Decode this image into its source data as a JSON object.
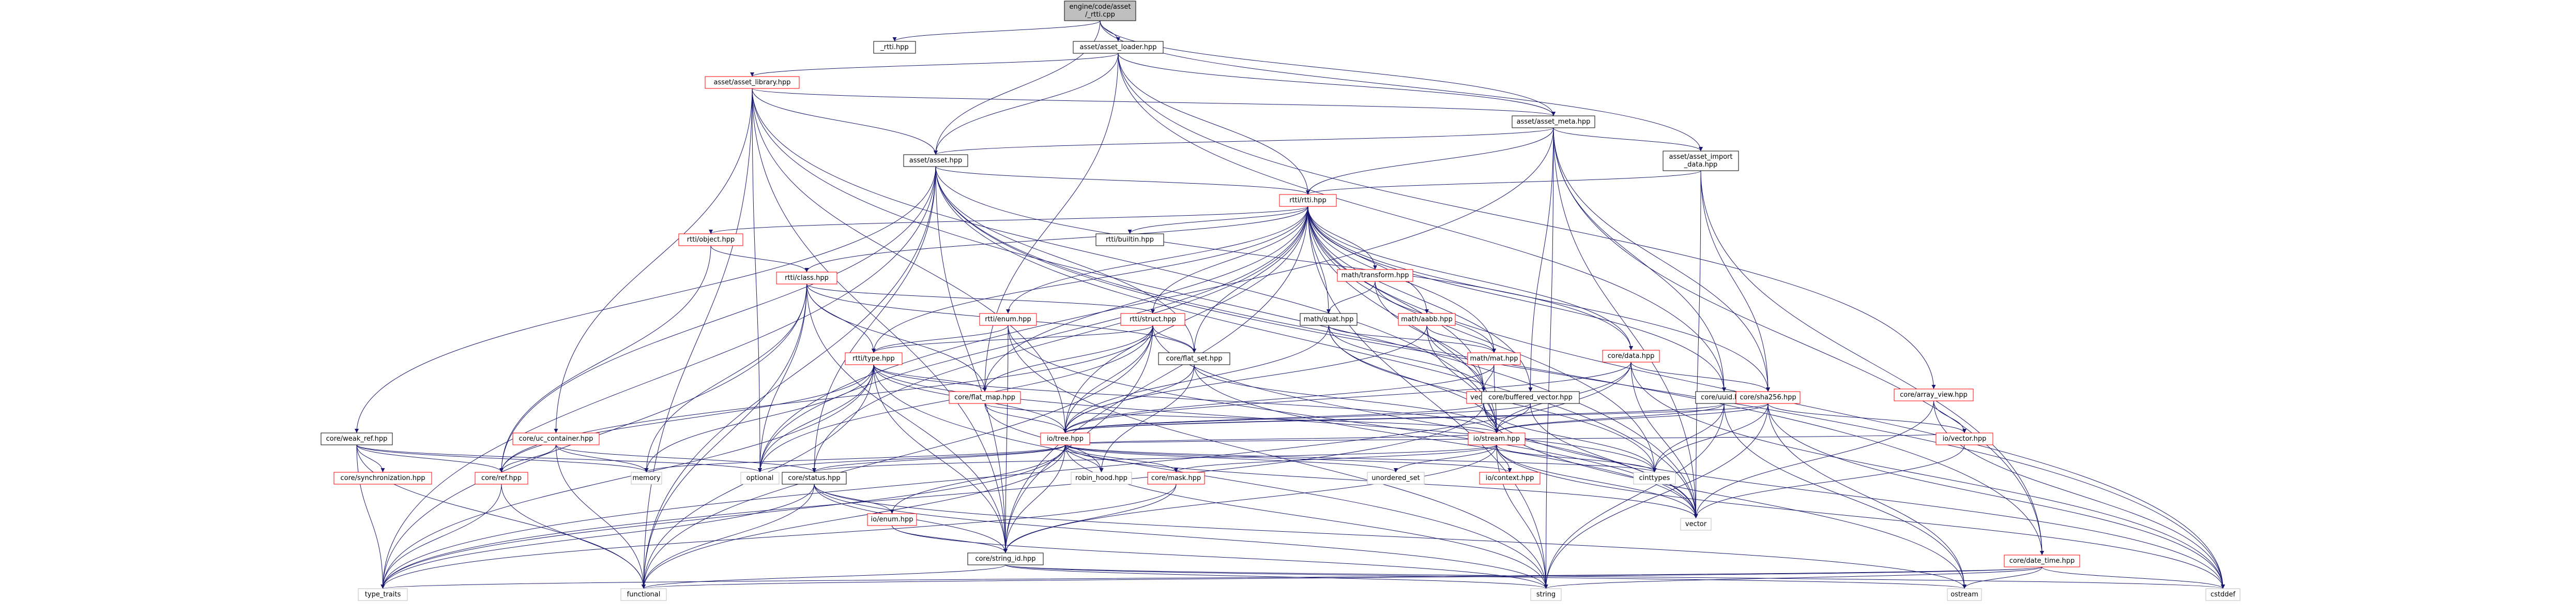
{
  "colors": {
    "root_fill": "#bfbfbf",
    "edge": "#191970",
    "node_border": "#000000",
    "system_border": "#bfbfbf",
    "truncated_border": "#ff0000"
  },
  "nodes": [
    {
      "id": "n0",
      "label": [
        "engine/code/asset",
        "/_rtti.cpp"
      ],
      "kind": "root"
    },
    {
      "id": "n1",
      "label": [
        "_rtti.hpp"
      ],
      "kind": "inc"
    },
    {
      "id": "n2",
      "label": [
        "asset/asset_loader.hpp"
      ],
      "kind": "inc"
    },
    {
      "id": "n3",
      "label": [
        "asset/asset_library.hpp"
      ],
      "kind": "trunc"
    },
    {
      "id": "n4",
      "label": [
        "asset/asset_meta.hpp"
      ],
      "kind": "inc"
    },
    {
      "id": "n5",
      "label": [
        "asset/asset.hpp"
      ],
      "kind": "inc"
    },
    {
      "id": "n6",
      "label": [
        "asset/asset_import",
        "_data.hpp"
      ],
      "kind": "inc"
    },
    {
      "id": "n7",
      "label": [
        "rtti/rtti.hpp"
      ],
      "kind": "trunc"
    },
    {
      "id": "n8",
      "label": [
        "rtti/object.hpp"
      ],
      "kind": "trunc"
    },
    {
      "id": "n9",
      "label": [
        "rtti/builtin.hpp"
      ],
      "kind": "inc"
    },
    {
      "id": "n10",
      "label": [
        "rtti/class.hpp"
      ],
      "kind": "trunc"
    },
    {
      "id": "n11",
      "label": [
        "rtti/enum.hpp"
      ],
      "kind": "trunc"
    },
    {
      "id": "n12",
      "label": [
        "rtti/struct.hpp"
      ],
      "kind": "trunc"
    },
    {
      "id": "n13",
      "label": [
        "rtti/type.hpp"
      ],
      "kind": "trunc"
    },
    {
      "id": "n14",
      "label": [
        "core/flat_set.hpp"
      ],
      "kind": "inc"
    },
    {
      "id": "n15",
      "label": [
        "core/flat_map.hpp"
      ],
      "kind": "trunc"
    },
    {
      "id": "n16",
      "label": [
        "math/transform.hpp"
      ],
      "kind": "trunc"
    },
    {
      "id": "n17",
      "label": [
        "math/quat.hpp"
      ],
      "kind": "inc"
    },
    {
      "id": "n18",
      "label": [
        "math/aabb.hpp"
      ],
      "kind": "trunc"
    },
    {
      "id": "n19",
      "label": [
        "math/mat.hpp"
      ],
      "kind": "trunc"
    },
    {
      "id": "n20",
      "label": [
        "vec.hpp"
      ],
      "kind": "trunc"
    },
    {
      "id": "n21",
      "label": [
        "core/data.hpp"
      ],
      "kind": "trunc"
    },
    {
      "id": "n22",
      "label": [
        "core/buffered_vector.hpp"
      ],
      "kind": "inc"
    },
    {
      "id": "n23",
      "label": [
        "core/uuid.hpp"
      ],
      "kind": "inc"
    },
    {
      "id": "n24",
      "label": [
        "core/sha256.hpp"
      ],
      "kind": "trunc"
    },
    {
      "id": "n25",
      "label": [
        "core/array_view.hpp"
      ],
      "kind": "trunc"
    },
    {
      "id": "n26",
      "label": [
        "core/weak_ref.hpp"
      ],
      "kind": "inc"
    },
    {
      "id": "n27",
      "label": [
        "core/uc_container.hpp"
      ],
      "kind": "trunc"
    },
    {
      "id": "n28",
      "label": [
        "io/tree.hpp"
      ],
      "kind": "trunc"
    },
    {
      "id": "n29",
      "label": [
        "io/stream.hpp"
      ],
      "kind": "trunc"
    },
    {
      "id": "n30",
      "label": [
        "core/synchronization.hpp"
      ],
      "kind": "trunc"
    },
    {
      "id": "n31",
      "label": [
        "core/ref.hpp"
      ],
      "kind": "trunc"
    },
    {
      "id": "n32",
      "label": [
        "core/status.hpp"
      ],
      "kind": "inc"
    },
    {
      "id": "n33",
      "label": [
        "core/mask.hpp"
      ],
      "kind": "trunc"
    },
    {
      "id": "n34",
      "label": [
        "io/context.hpp"
      ],
      "kind": "trunc"
    },
    {
      "id": "n35",
      "label": [
        "io/enum.hpp"
      ],
      "kind": "trunc"
    },
    {
      "id": "n36",
      "label": [
        "core/string_id.hpp"
      ],
      "kind": "inc"
    },
    {
      "id": "n37",
      "label": [
        "core/date_time.hpp"
      ],
      "kind": "trunc"
    },
    {
      "id": "n38",
      "label": [
        "io/vector.hpp"
      ],
      "kind": "trunc"
    },
    {
      "id": "n39",
      "label": [
        "memory"
      ],
      "kind": "sys"
    },
    {
      "id": "n40",
      "label": [
        "optional"
      ],
      "kind": "sys"
    },
    {
      "id": "n41",
      "label": [
        "cinttypes"
      ],
      "kind": "sys"
    },
    {
      "id": "n42",
      "label": [
        "robin_hood.hpp"
      ],
      "kind": "sys"
    },
    {
      "id": "n43",
      "label": [
        "unordered_set"
      ],
      "kind": "sys"
    },
    {
      "id": "n44",
      "label": [
        "vector"
      ],
      "kind": "sys"
    },
    {
      "id": "n45",
      "label": [
        "type_traits"
      ],
      "kind": "sys"
    },
    {
      "id": "n46",
      "label": [
        "functional"
      ],
      "kind": "sys"
    },
    {
      "id": "n47",
      "label": [
        "string"
      ],
      "kind": "sys"
    },
    {
      "id": "n48",
      "label": [
        "ostream"
      ],
      "kind": "sys"
    },
    {
      "id": "n49",
      "label": [
        "cstddef"
      ],
      "kind": "sys"
    }
  ],
  "edges": [
    [
      "n0",
      "n1"
    ],
    [
      "n0",
      "n2"
    ],
    [
      "n0",
      "n4"
    ],
    [
      "n0",
      "n5"
    ],
    [
      "n0",
      "n6"
    ],
    [
      "n2",
      "n3"
    ],
    [
      "n2",
      "n4"
    ],
    [
      "n2",
      "n5"
    ],
    [
      "n2",
      "n7"
    ],
    [
      "n2",
      "n25"
    ],
    [
      "n2",
      "n15"
    ],
    [
      "n2",
      "n23"
    ],
    [
      "n3",
      "n4"
    ],
    [
      "n3",
      "n5"
    ],
    [
      "n3",
      "n27"
    ],
    [
      "n3",
      "n28"
    ],
    [
      "n3",
      "n40"
    ],
    [
      "n3",
      "n36"
    ],
    [
      "n3",
      "n46"
    ],
    [
      "n3",
      "n44"
    ],
    [
      "n3",
      "n29"
    ],
    [
      "n4",
      "n5"
    ],
    [
      "n4",
      "n6"
    ],
    [
      "n4",
      "n7"
    ],
    [
      "n4",
      "n22"
    ],
    [
      "n4",
      "n23"
    ],
    [
      "n4",
      "n24"
    ],
    [
      "n4",
      "n37"
    ],
    [
      "n4",
      "n44"
    ],
    [
      "n4",
      "n47"
    ],
    [
      "n4",
      "n40"
    ],
    [
      "n5",
      "n7"
    ],
    [
      "n5",
      "n14"
    ],
    [
      "n5",
      "n21"
    ],
    [
      "n5",
      "n26"
    ],
    [
      "n5",
      "n31"
    ],
    [
      "n5",
      "n32"
    ],
    [
      "n5",
      "n36"
    ],
    [
      "n5",
      "n37"
    ],
    [
      "n5",
      "n45"
    ],
    [
      "n5",
      "n46"
    ],
    [
      "n5",
      "n44"
    ],
    [
      "n5",
      "n49"
    ],
    [
      "n6",
      "n7"
    ],
    [
      "n6",
      "n24"
    ],
    [
      "n6",
      "n44"
    ],
    [
      "n6",
      "n37"
    ],
    [
      "n7",
      "n8"
    ],
    [
      "n7",
      "n9"
    ],
    [
      "n7",
      "n10"
    ],
    [
      "n7",
      "n11"
    ],
    [
      "n7",
      "n12"
    ],
    [
      "n7",
      "n13"
    ],
    [
      "n7",
      "n14"
    ],
    [
      "n7",
      "n15"
    ],
    [
      "n7",
      "n16"
    ],
    [
      "n7",
      "n17"
    ],
    [
      "n7",
      "n18"
    ],
    [
      "n7",
      "n19"
    ],
    [
      "n7",
      "n20"
    ],
    [
      "n7",
      "n21"
    ],
    [
      "n7",
      "n22"
    ],
    [
      "n7",
      "n23"
    ],
    [
      "n7",
      "n24"
    ],
    [
      "n7",
      "n28"
    ],
    [
      "n7",
      "n29"
    ],
    [
      "n7",
      "n32"
    ],
    [
      "n7",
      "n36"
    ],
    [
      "n7",
      "n40"
    ],
    [
      "n7",
      "n41"
    ],
    [
      "n7",
      "n47"
    ],
    [
      "n7",
      "n49"
    ],
    [
      "n8",
      "n10"
    ],
    [
      "n8",
      "n31"
    ],
    [
      "n10",
      "n13"
    ],
    [
      "n10",
      "n12"
    ],
    [
      "n10",
      "n14"
    ],
    [
      "n10",
      "n15"
    ],
    [
      "n10",
      "n39"
    ],
    [
      "n10",
      "n46"
    ],
    [
      "n10",
      "n45"
    ],
    [
      "n10",
      "n36"
    ],
    [
      "n10",
      "n40"
    ],
    [
      "n11",
      "n13"
    ],
    [
      "n11",
      "n36"
    ],
    [
      "n11",
      "n47"
    ],
    [
      "n11",
      "n44"
    ],
    [
      "n12",
      "n13"
    ],
    [
      "n12",
      "n14"
    ],
    [
      "n12",
      "n15"
    ],
    [
      "n12",
      "n28"
    ],
    [
      "n12",
      "n36"
    ],
    [
      "n12",
      "n40"
    ],
    [
      "n12",
      "n44"
    ],
    [
      "n12",
      "n46"
    ],
    [
      "n12",
      "n31"
    ],
    [
      "n13",
      "n15"
    ],
    [
      "n13",
      "n28"
    ],
    [
      "n13",
      "n29"
    ],
    [
      "n13",
      "n36"
    ],
    [
      "n13",
      "n39"
    ],
    [
      "n13",
      "n40"
    ],
    [
      "n13",
      "n41"
    ],
    [
      "n13",
      "n45"
    ],
    [
      "n13",
      "n46"
    ],
    [
      "n13",
      "n47"
    ],
    [
      "n13",
      "n31"
    ],
    [
      "n14",
      "n28"
    ],
    [
      "n14",
      "n29"
    ],
    [
      "n14",
      "n42"
    ],
    [
      "n14",
      "n44"
    ],
    [
      "n15",
      "n28"
    ],
    [
      "n15",
      "n29"
    ],
    [
      "n15",
      "n42"
    ],
    [
      "n16",
      "n17"
    ],
    [
      "n16",
      "n19"
    ],
    [
      "n16",
      "n20"
    ],
    [
      "n17",
      "n19"
    ],
    [
      "n17",
      "n20"
    ],
    [
      "n17",
      "n28"
    ],
    [
      "n17",
      "n29"
    ],
    [
      "n17",
      "n41"
    ],
    [
      "n18",
      "n19"
    ],
    [
      "n18",
      "n20"
    ],
    [
      "n18",
      "n28"
    ],
    [
      "n18",
      "n29"
    ],
    [
      "n19",
      "n20"
    ],
    [
      "n19",
      "n28"
    ],
    [
      "n19",
      "n29"
    ],
    [
      "n20",
      "n28"
    ],
    [
      "n20",
      "n29"
    ],
    [
      "n20",
      "n41"
    ],
    [
      "n20",
      "n48"
    ],
    [
      "n20",
      "n49"
    ],
    [
      "n20",
      "n45"
    ],
    [
      "n21",
      "n24"
    ],
    [
      "n21",
      "n28"
    ],
    [
      "n21",
      "n29"
    ],
    [
      "n21",
      "n44"
    ],
    [
      "n21",
      "n45"
    ],
    [
      "n21",
      "n49"
    ],
    [
      "n22",
      "n28"
    ],
    [
      "n22",
      "n29"
    ],
    [
      "n22",
      "n44"
    ],
    [
      "n23",
      "n28"
    ],
    [
      "n23",
      "n29"
    ],
    [
      "n23",
      "n47"
    ],
    [
      "n23",
      "n48"
    ],
    [
      "n23",
      "n41"
    ],
    [
      "n24",
      "n28"
    ],
    [
      "n24",
      "n29"
    ],
    [
      "n24",
      "n47"
    ],
    [
      "n24",
      "n48"
    ],
    [
      "n24",
      "n41"
    ],
    [
      "n24",
      "n49"
    ],
    [
      "n24",
      "n38"
    ],
    [
      "n25",
      "n38"
    ],
    [
      "n25",
      "n44"
    ],
    [
      "n25",
      "n49"
    ],
    [
      "n26",
      "n30"
    ],
    [
      "n26",
      "n31"
    ],
    [
      "n26",
      "n39"
    ],
    [
      "n26",
      "n45"
    ],
    [
      "n26",
      "n46"
    ],
    [
      "n26",
      "n40"
    ],
    [
      "n27",
      "n31"
    ],
    [
      "n27",
      "n39"
    ],
    [
      "n27",
      "n46"
    ],
    [
      "n27",
      "n32"
    ],
    [
      "n28",
      "n29"
    ],
    [
      "n28",
      "n32"
    ],
    [
      "n28",
      "n33"
    ],
    [
      "n28",
      "n34"
    ],
    [
      "n28",
      "n35"
    ],
    [
      "n28",
      "n36"
    ],
    [
      "n28",
      "n38"
    ],
    [
      "n28",
      "n39"
    ],
    [
      "n28",
      "n40"
    ],
    [
      "n28",
      "n41"
    ],
    [
      "n28",
      "n42"
    ],
    [
      "n28",
      "n43"
    ],
    [
      "n28",
      "n44"
    ],
    [
      "n28",
      "n45"
    ],
    [
      "n28",
      "n46"
    ],
    [
      "n28",
      "n47"
    ],
    [
      "n29",
      "n32"
    ],
    [
      "n29",
      "n33"
    ],
    [
      "n29",
      "n34"
    ],
    [
      "n29",
      "n36"
    ],
    [
      "n29",
      "n41"
    ],
    [
      "n29",
      "n44"
    ],
    [
      "n29",
      "n47"
    ],
    [
      "n29",
      "n43"
    ],
    [
      "n29",
      "n49"
    ],
    [
      "n31",
      "n45"
    ],
    [
      "n31",
      "n46"
    ],
    [
      "n32",
      "n35"
    ],
    [
      "n32",
      "n36"
    ],
    [
      "n32",
      "n46"
    ],
    [
      "n32",
      "n47"
    ],
    [
      "n32",
      "n48"
    ],
    [
      "n32",
      "n45"
    ],
    [
      "n33",
      "n36"
    ],
    [
      "n33",
      "n45"
    ],
    [
      "n35",
      "n36"
    ],
    [
      "n35",
      "n47"
    ],
    [
      "n36",
      "n47"
    ],
    [
      "n36",
      "n48"
    ],
    [
      "n36",
      "n49"
    ],
    [
      "n36",
      "n46"
    ],
    [
      "n37",
      "n45"
    ],
    [
      "n37",
      "n46"
    ],
    [
      "n37",
      "n47"
    ],
    [
      "n37",
      "n48"
    ],
    [
      "n37",
      "n49"
    ],
    [
      "n38",
      "n44"
    ]
  ]
}
